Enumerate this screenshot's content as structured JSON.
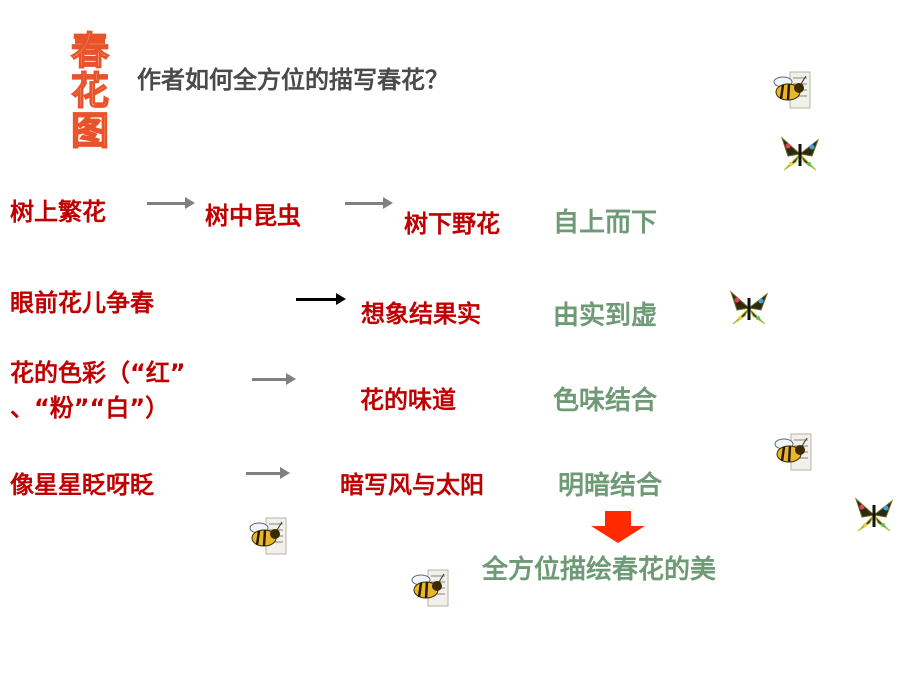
{
  "title_vertical": [
    "春",
    "花",
    "图"
  ],
  "question": "作者如何全方位的描写春花？",
  "rows": [
    {
      "left": "树上繁花",
      "mid": "树中昆虫",
      "right": "树下野花",
      "result": "自上而下"
    },
    {
      "left": "眼前花儿争春",
      "right": "想象结果实",
      "result": "由实到虚"
    },
    {
      "left_line1": "花的色彩（“红”",
      "left_line2": "、“粉”“白”）",
      "right": "花的味道",
      "result": "色味结合"
    },
    {
      "left": "像星星眨呀眨",
      "right": "暗写风与太阳",
      "result": "明暗结合"
    }
  ],
  "conclusion": "全方位描绘春花的美",
  "colors": {
    "red": "#c00000",
    "green": "#6f9a76",
    "title_orange": "#e8532a",
    "arrow_red": "#ff2a00"
  },
  "decorations": [
    "bee-icon",
    "butterfly-icon"
  ]
}
